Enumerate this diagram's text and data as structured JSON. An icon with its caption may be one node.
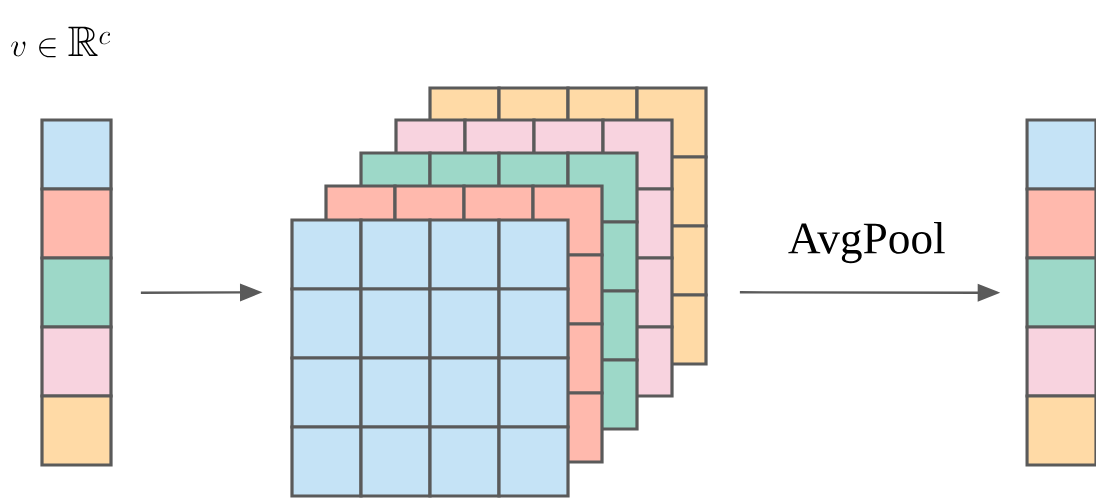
{
  "diagram": {
    "nodes": [
      {
        "text": [],
        "shape": "bar"
      },
      {
        "text": [],
        "shape": "box"
      },
      {
        "text": [],
        "shape": "bar"
      }
    ],
    "edges": [
      {
        "from": 0,
        "to": 1,
        "arrow": "to"
      },
      {
        "from": 1,
        "to": 2,
        "arrow": "to",
        "label": "AvgPool"
      }
    ],
    "labels": [
      "v \\in \\mathbb{R}^c"
    ]
  }
}
